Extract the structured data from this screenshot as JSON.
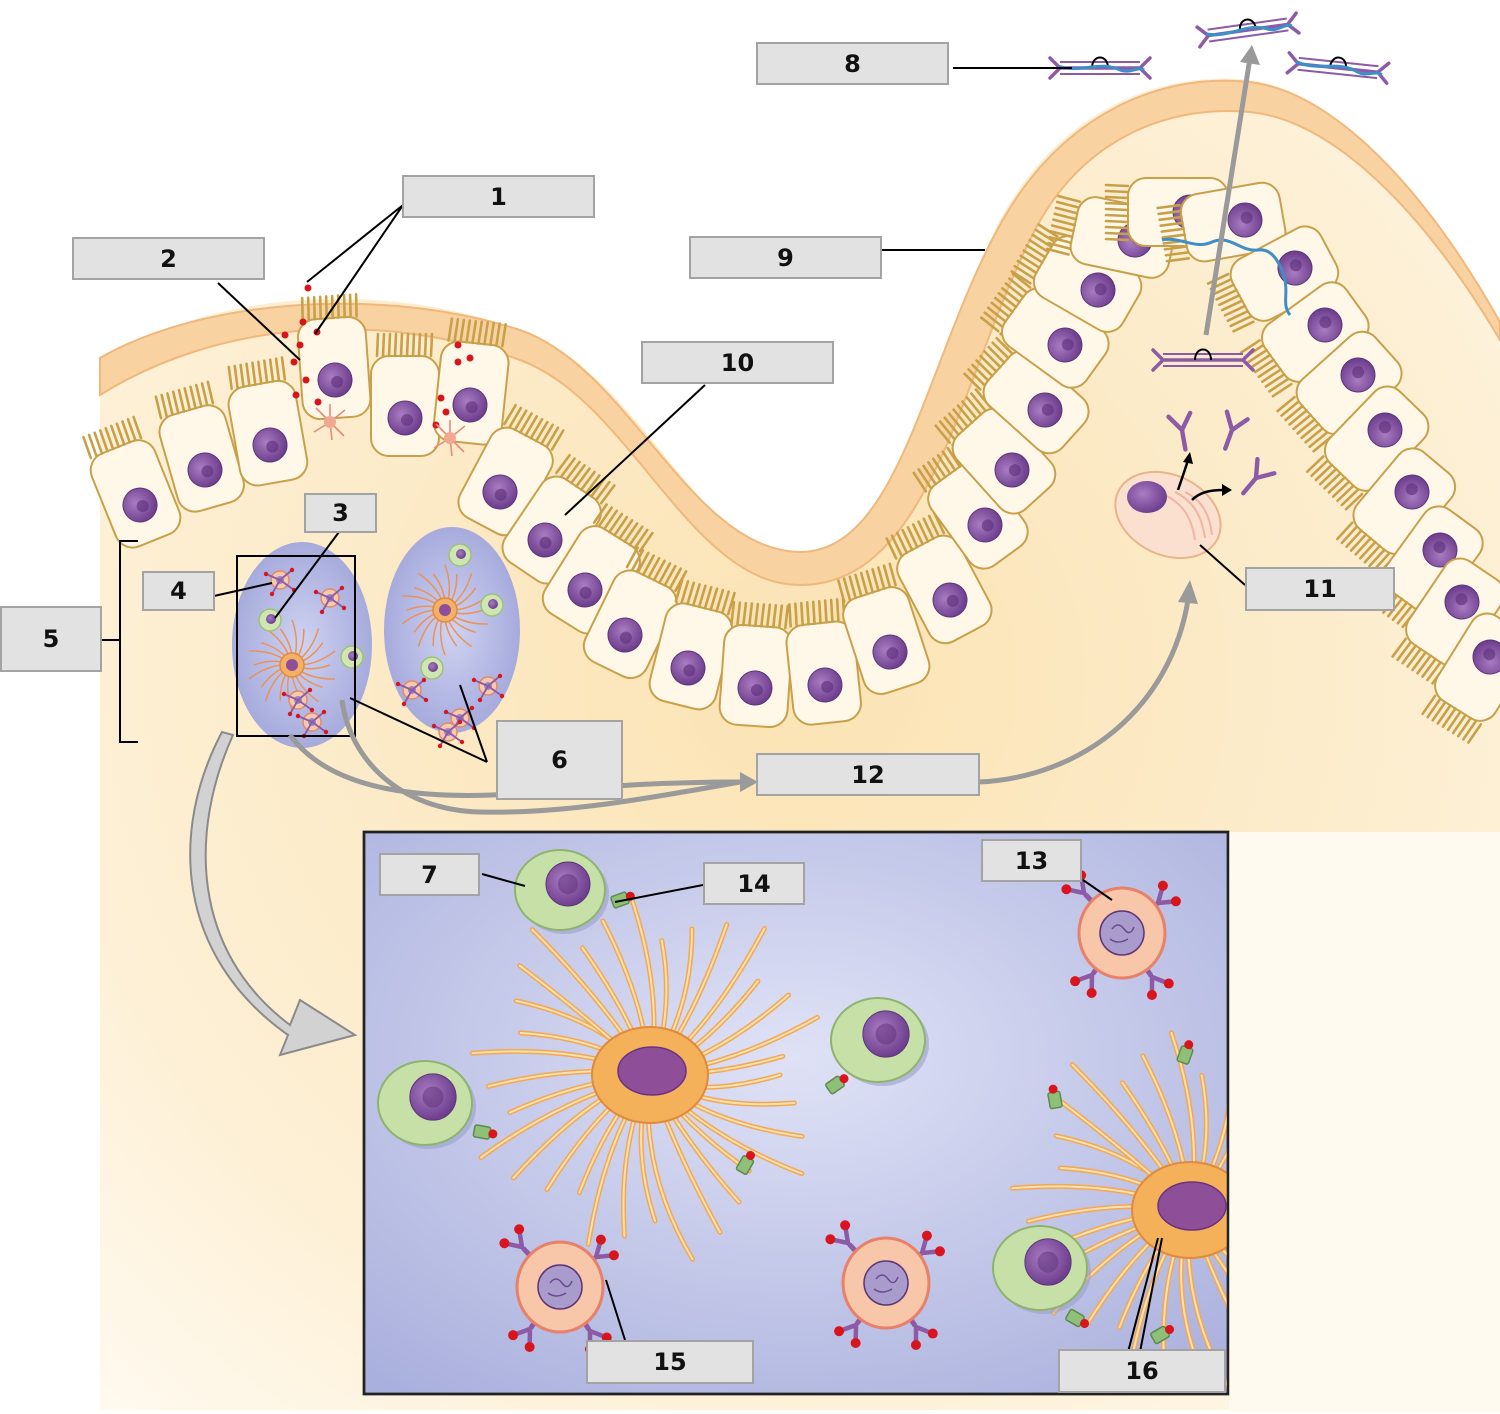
{
  "labels": {
    "l1": "1",
    "l2": "2",
    "l3": "3",
    "l4": "4",
    "l5": "5",
    "l6": "6",
    "l7": "7",
    "l8": "8",
    "l9": "9",
    "l10": "10",
    "l11": "11",
    "l12": "12",
    "l13": "13",
    "l14": "14",
    "l15": "15",
    "l16": "16"
  },
  "colors": {
    "tissue": "#fbe4b8",
    "mucus": "#f9cfa0",
    "cell_outline": "#c9a04a",
    "nucleus": "#8e5aa8",
    "follicle": "#b3b6e0",
    "inset_bg": "#bfc3e6",
    "b_cell": "#c6e0a8",
    "plasma_cell": "#f7c2a4",
    "dendritic_cell": "#f2a850",
    "antibody": "#8d5aa6",
    "antigen": "#d8141c",
    "arrow": "#9a9a9a"
  },
  "icons": [
    "epithelial-cell-icon",
    "antibody-icon",
    "antigen-dot-icon",
    "b-cell-icon",
    "dendritic-cell-icon",
    "plasma-cell-icon",
    "curved-arrow-icon"
  ]
}
